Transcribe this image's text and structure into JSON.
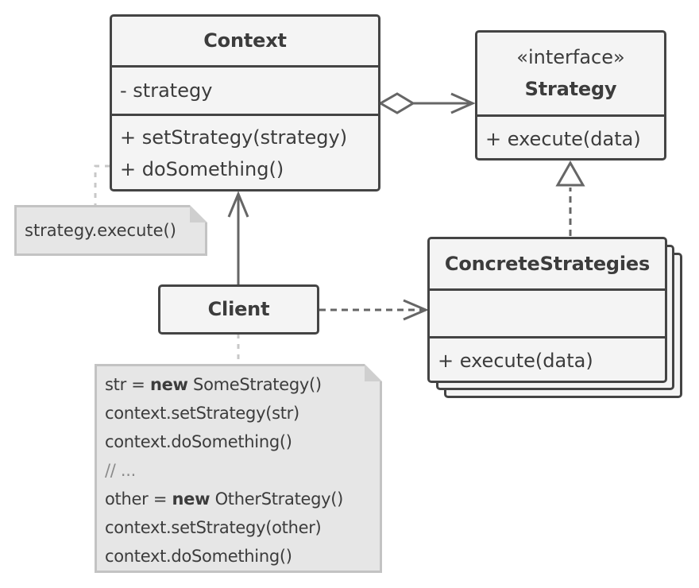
{
  "context": {
    "title": "Context",
    "fields": [
      "- strategy"
    ],
    "methods": [
      "+ setStrategy(strategy)",
      "+ doSomething()"
    ]
  },
  "strategy": {
    "stereotype": "«interface»",
    "title": "Strategy",
    "methods": [
      "+ execute(data)"
    ]
  },
  "concrete": {
    "title": "ConcreteStrategies",
    "methods": [
      "+ execute(data)"
    ]
  },
  "client": {
    "title": "Client"
  },
  "notes": {
    "context_note": "strategy.execute()",
    "client_note": [
      {
        "pre": "str = ",
        "kw": "new",
        "post": " SomeStrategy()"
      },
      {
        "pre": "context.setStrategy(str)",
        "kw": "",
        "post": ""
      },
      {
        "pre": "context.doSomething()",
        "kw": "",
        "post": ""
      },
      {
        "comment": "// ..."
      },
      {
        "pre": "other = ",
        "kw": "new",
        "post": " OtherStrategy()"
      },
      {
        "pre": "context.setStrategy(other)",
        "kw": "",
        "post": ""
      },
      {
        "pre": "context.doSomething()",
        "kw": "",
        "post": ""
      }
    ]
  },
  "colors": {
    "box_fill": "#f4f4f4",
    "box_stroke": "#444444",
    "note_fill": "#e6e6e6",
    "note_stroke": "#c3c3c3",
    "connector": "#666666",
    "text": "#3c3c3c"
  }
}
